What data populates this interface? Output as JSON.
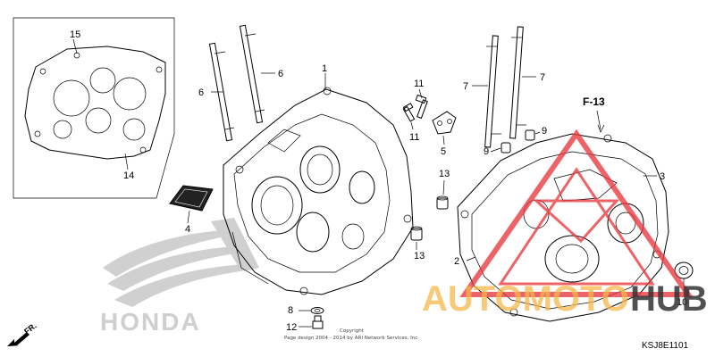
{
  "diagram": {
    "callouts": {
      "c1": "1",
      "c2": "2",
      "c3": "3",
      "c4": "4",
      "c5": "5",
      "c6a": "6",
      "c6b": "6",
      "c7a": "7",
      "c7b": "7",
      "c8": "8",
      "c9a": "9",
      "c9b": "9",
      "c10": "10",
      "c11a": "11",
      "c11b": "11",
      "c12": "12",
      "c13a": "13",
      "c13b": "13",
      "c14": "14",
      "c15": "15"
    },
    "ref_label": "F-13",
    "diagram_code": "KSJ8E1101",
    "direction_label": "FR.",
    "copyright_line1": "Copyright",
    "copyright_line2": "Page design 2004 - 2014 by ARI Network Services, Inc.",
    "brand_logo_text": "HONDA",
    "watermark_part1": "AUTOMOTO",
    "watermark_part2": "HUB",
    "colors": {
      "line": "#000000",
      "watermark_red": "#e8383d",
      "watermark_orange": "#f6b84a",
      "watermark_dark": "#333333",
      "logo_gray": "#bbbbbb"
    }
  }
}
